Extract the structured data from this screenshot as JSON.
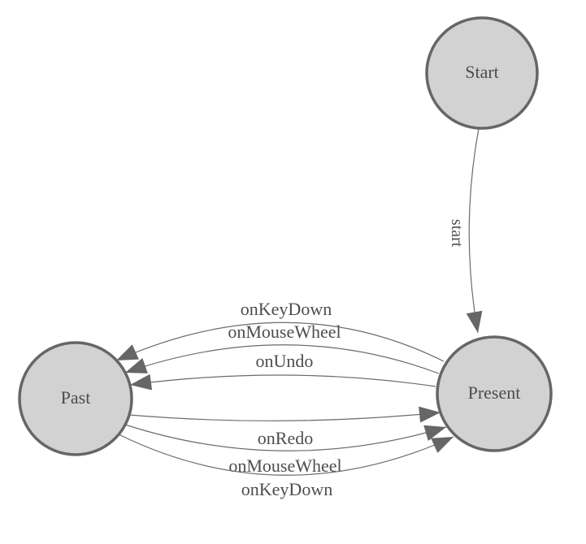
{
  "colors": {
    "background": "#ffffff",
    "node_fill": "#d2d2d2",
    "node_border": "#666666",
    "edge_line": "#6b6b6b",
    "arrow_fill": "#666666",
    "label_text": "#4d4d4d"
  },
  "nodes": [
    {
      "id": "start",
      "label": "Start"
    },
    {
      "id": "past",
      "label": "Past"
    },
    {
      "id": "present",
      "label": "Present"
    }
  ],
  "edges": [
    {
      "from": "start",
      "to": "present",
      "label": "start"
    },
    {
      "from": "present",
      "to": "past",
      "label": "onKeyDown"
    },
    {
      "from": "present",
      "to": "past",
      "label": "onMouseWheel"
    },
    {
      "from": "present",
      "to": "past",
      "label": "onUndo"
    },
    {
      "from": "past",
      "to": "present",
      "label": "onRedo"
    },
    {
      "from": "past",
      "to": "present",
      "label": "onMouseWheel"
    },
    {
      "from": "past",
      "to": "present",
      "label": "onKeyDown"
    }
  ]
}
